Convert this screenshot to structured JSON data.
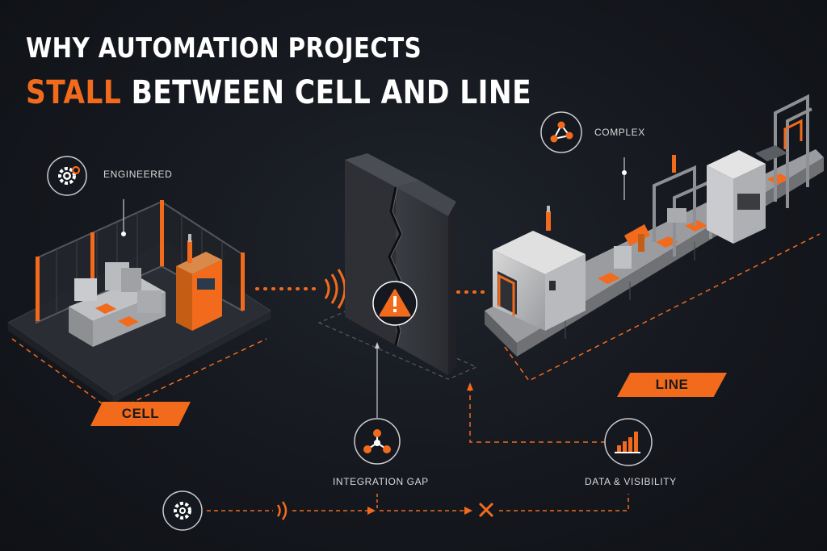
{
  "title": {
    "line1": "WHY AUTOMATION PROJECTS",
    "line2_accent": "STALL",
    "line2_rest": "BETWEEN CELL AND LINE"
  },
  "callouts": {
    "engineered": "ENGINEERED",
    "complex": "COMPLEX",
    "integration_gap": "INTEGRATION GAP",
    "data_visibility": "DATA & VISIBILITY"
  },
  "tags": {
    "cell": "CELL",
    "line": "LINE"
  },
  "icons": {
    "engineered": "gear-icon",
    "complex": "network-icon",
    "integration_gap": "network-icon",
    "data_visibility": "bar-chart-icon",
    "warning": "warning-icon",
    "flow_start": "gear-icon",
    "flow_break": "x-icon"
  },
  "colors": {
    "accent": "#f26b1d",
    "background": "#15181e"
  }
}
